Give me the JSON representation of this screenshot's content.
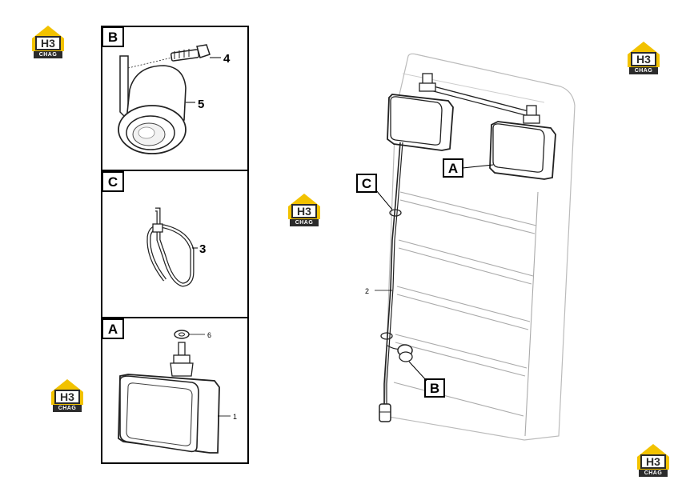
{
  "watermark": {
    "mark": "H3",
    "word": "CHAG"
  },
  "panels": {
    "b": {
      "letter": "B",
      "callouts": [
        "4",
        "5"
      ]
    },
    "c": {
      "letter": "C",
      "callouts": [
        "3"
      ]
    },
    "a": {
      "letter": "A",
      "callouts": [
        "6",
        "1"
      ]
    }
  },
  "main": {
    "labels": {
      "a": "A",
      "b": "B",
      "c": "C"
    },
    "callout_2": "2"
  }
}
